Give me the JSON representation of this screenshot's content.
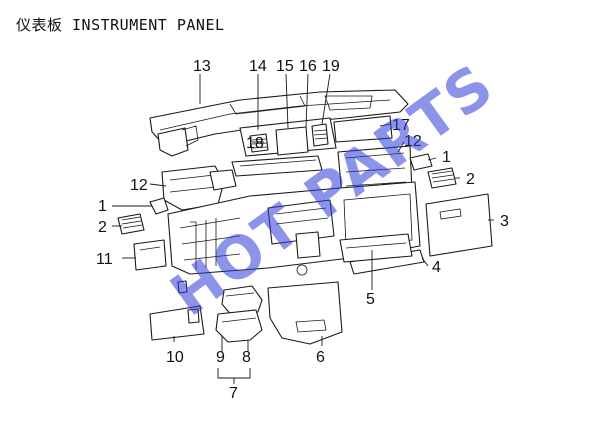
{
  "title": "仪表板 INSTRUMENT PANEL",
  "watermark": "HOT PARTS",
  "watermark_color": "#2b3cd6",
  "callouts": [
    "1",
    "1",
    "2",
    "2",
    "3",
    "4",
    "5",
    "6",
    "7",
    "8",
    "9",
    "10",
    "11",
    "12",
    "12",
    "13",
    "14",
    "15",
    "16",
    "17",
    "18",
    "19"
  ]
}
